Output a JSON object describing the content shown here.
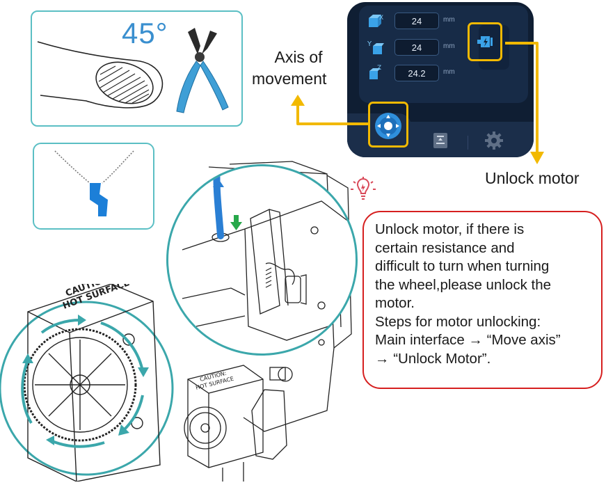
{
  "angle_label": "45°",
  "screen": {
    "rows": [
      {
        "axis": "X",
        "value": "24",
        "unit": "mm"
      },
      {
        "axis": "Y",
        "value": "24",
        "unit": "mm"
      },
      {
        "axis": "Z",
        "value": "24.2",
        "unit": "mm"
      }
    ],
    "icons": [
      "axis-x-icon",
      "axis-y-icon",
      "axis-z-icon",
      "unlock-motor-icon",
      "move-axis-icon",
      "filament-icon",
      "settings-icon"
    ],
    "accent": "#f2b900",
    "background": "#0f1e33"
  },
  "labels": {
    "axis_of_movement_line1": "Axis of",
    "axis_of_movement_line2": "movement",
    "unlock_motor": "Unlock motor"
  },
  "note": {
    "lines": [
      "Unlock motor, if there is",
      "certain resistance and",
      "difficult to turn when turning",
      "the wheel,please unlock the",
      "motor.",
      "Steps for motor unlocking:",
      "Main interface → “Move axis”",
      "→ “Unlock Motor”."
    ],
    "border_color": "#d61f1f"
  },
  "extruder_caution": {
    "large_line1": "CAUTION:",
    "large_line2": "HOT SURFACE",
    "small_line1": "CAUTION:",
    "small_line2": "HOT SURFACE"
  },
  "colors": {
    "card_border": "#5bbfc4",
    "arrow": "#f2b900",
    "filament": "#2a7fd4",
    "rotate_arrows": "#3ba7ab"
  }
}
